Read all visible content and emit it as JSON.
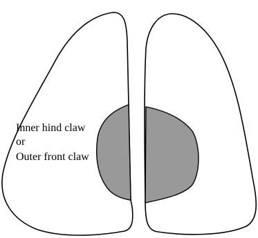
{
  "label": {
    "lines": [
      "Inner hind claw",
      "or",
      "Outer front claw"
    ]
  },
  "colors": {
    "outline": "#000000",
    "claw_fill": "#ffffff",
    "shaded_region": "#999999",
    "background": "#ffffff"
  }
}
